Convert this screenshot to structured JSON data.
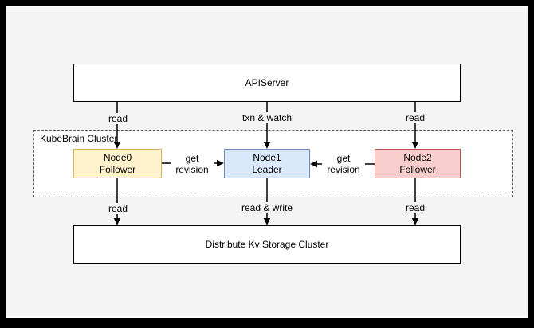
{
  "frame": {
    "background": "#000000",
    "canvas_background": "#f4f4f5"
  },
  "diagram": {
    "apiserver": {
      "label": "APIServer"
    },
    "kubebrain_cluster": {
      "label": "KubeBrain Cluster"
    },
    "nodes": {
      "node0": {
        "name": "Node0",
        "role": "Follower",
        "fill": "#fff2cc",
        "border": "#d6b656"
      },
      "node1": {
        "name": "Node1",
        "role": "Leader",
        "fill": "#dae8fc",
        "border": "#6c8ebf"
      },
      "node2": {
        "name": "Node2",
        "role": "Follower",
        "fill": "#f8cecc",
        "border": "#b85450"
      }
    },
    "storage": {
      "label": "Distribute Kv Storage Cluster"
    },
    "edge_labels": {
      "apiserver_to_node0": "read",
      "apiserver_to_node1": "txn & watch",
      "apiserver_to_node2": "read",
      "node0_to_node1": "get revision",
      "node2_to_node1": "get revision",
      "node0_to_storage": "read",
      "node1_to_storage": "read & write",
      "node2_to_storage": "read"
    }
  }
}
